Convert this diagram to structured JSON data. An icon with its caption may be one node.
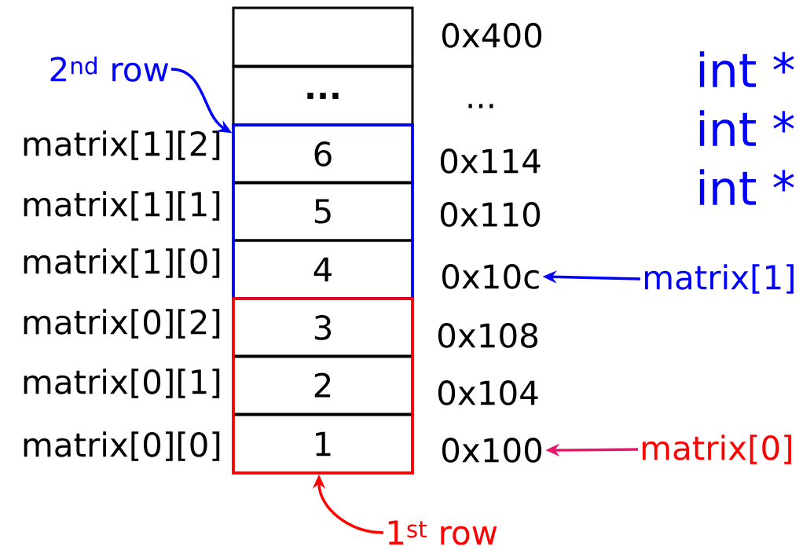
{
  "diagram": {
    "nodes": [
      {
        "text": [],
        "shape": "box"
      },
      {
        "text": [
          "..."
        ]
      },
      {
        "text": [],
        "shape": "box"
      },
      {
        "text": [
          "6"
        ],
        "in": 2,
        "beside": [
          "matrix[1][2]"
        ]
      },
      {
        "text": [
          "5"
        ],
        "in": 2,
        "beside": [
          "matrix[1][1]"
        ]
      },
      {
        "text": [
          "4"
        ],
        "in": 2,
        "beside": [
          "matrix[1][0]"
        ]
      },
      {
        "text": [],
        "shape": "box"
      },
      {
        "text": [
          "3"
        ],
        "in": 6,
        "beside": [
          "matrix[0][2]"
        ]
      },
      {
        "text": [
          "2"
        ],
        "in": 6,
        "beside": [
          "matrix[0][1]"
        ]
      },
      {
        "text": [
          "1"
        ],
        "in": 6,
        "beside": [
          "matrix[0][0]"
        ]
      },
      {
        "text": [
          "2$^{nd}$ row"
        ]
      },
      {
        "text": [
          "0x10c"
        ]
      },
      {
        "text": [
          "matrix[1]"
        ]
      },
      {
        "text": [
          "0x100"
        ]
      },
      {
        "text": [
          "matrix[0]"
        ]
      },
      {
        "text": [
          "1$^{st}$ row"
        ]
      }
    ],
    "edges": [
      {
        "from": 10,
        "to": 2,
        "arrow": "to",
        "color": "#0000ff"
      },
      {
        "from": 12,
        "to": 11,
        "arrow": "to",
        "color": "#0000ff"
      },
      {
        "from": 14,
        "to": 13,
        "arrow": "to",
        "color": "#e8186d"
      },
      {
        "from": 15,
        "to": 6,
        "arrow": "to",
        "color": "#ff0000"
      }
    ],
    "labels": [
      "0x400",
      "...",
      "int *",
      "int *",
      "int *",
      "0x114",
      "0x110",
      "0x108",
      "0x104"
    ]
  }
}
